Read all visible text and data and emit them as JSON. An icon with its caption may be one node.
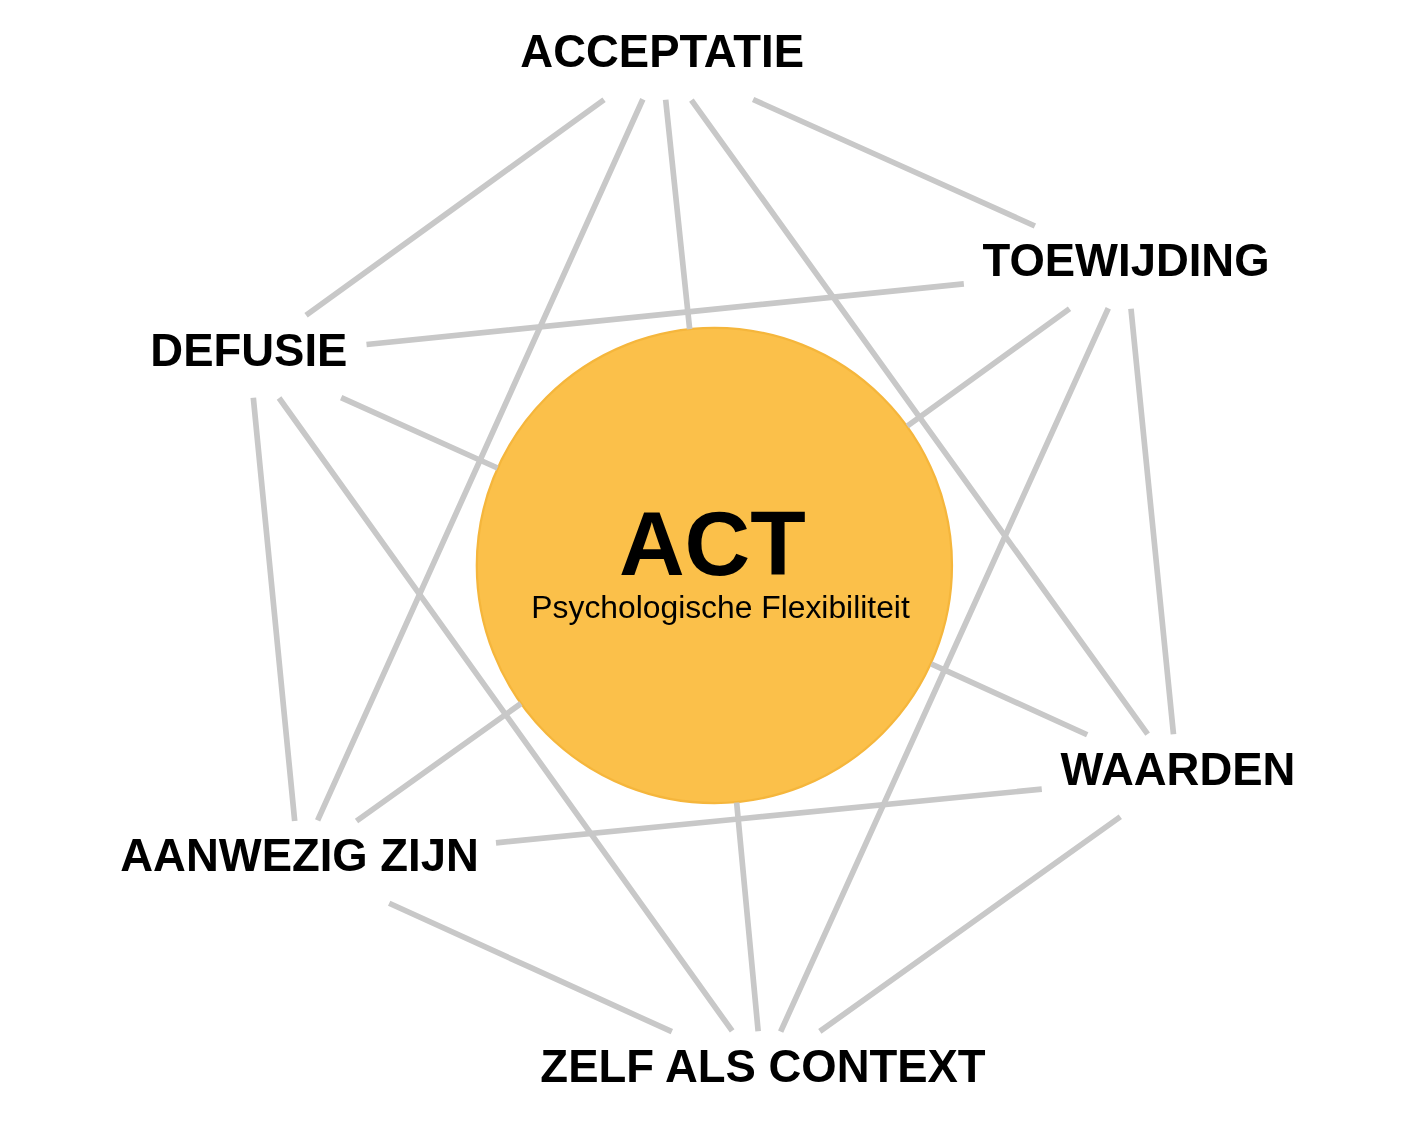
{
  "diagram": {
    "nodes": [
      {
        "text": [
          "ACCEPTATIE"
        ]
      },
      {
        "text": [
          "TOEWIJDING"
        ]
      },
      {
        "text": [
          "DEFUSIE"
        ]
      },
      {
        "text": [
          "ACT",
          "Psychologische Flexibiliteit"
        ]
      },
      {
        "text": [
          "WAARDEN"
        ]
      },
      {
        "text": [
          "AANWEZIG ZIJN"
        ]
      },
      {
        "text": [
          "ZELF ALS CONTEXT"
        ]
      }
    ],
    "edges": [
      {
        "from": 0,
        "to": 2,
        "arrow": "none"
      },
      {
        "from": 2,
        "to": 5,
        "arrow": "none"
      },
      {
        "from": 5,
        "to": 6,
        "arrow": "none"
      },
      {
        "from": 6,
        "to": 4,
        "arrow": "none"
      },
      {
        "from": 4,
        "to": 1,
        "arrow": "none"
      },
      {
        "from": 1,
        "to": 0,
        "arrow": "none"
      },
      {
        "from": 0,
        "to": 5,
        "arrow": "none"
      },
      {
        "from": 5,
        "to": 4,
        "arrow": "none"
      },
      {
        "from": 4,
        "to": 0,
        "arrow": "none"
      },
      {
        "from": 1,
        "to": 2,
        "arrow": "none"
      },
      {
        "from": 2,
        "to": 6,
        "arrow": "none"
      },
      {
        "from": 6,
        "to": 1,
        "arrow": "none"
      },
      {
        "from": 0,
        "to": 3,
        "arrow": "none"
      },
      {
        "from": 2,
        "to": 3,
        "arrow": "none"
      },
      {
        "from": 5,
        "to": 3,
        "arrow": "none"
      },
      {
        "from": 6,
        "to": 3,
        "arrow": "none"
      },
      {
        "from": 4,
        "to": 3,
        "arrow": "none"
      },
      {
        "from": 1,
        "to": 3,
        "arrow": "none"
      }
    ]
  }
}
